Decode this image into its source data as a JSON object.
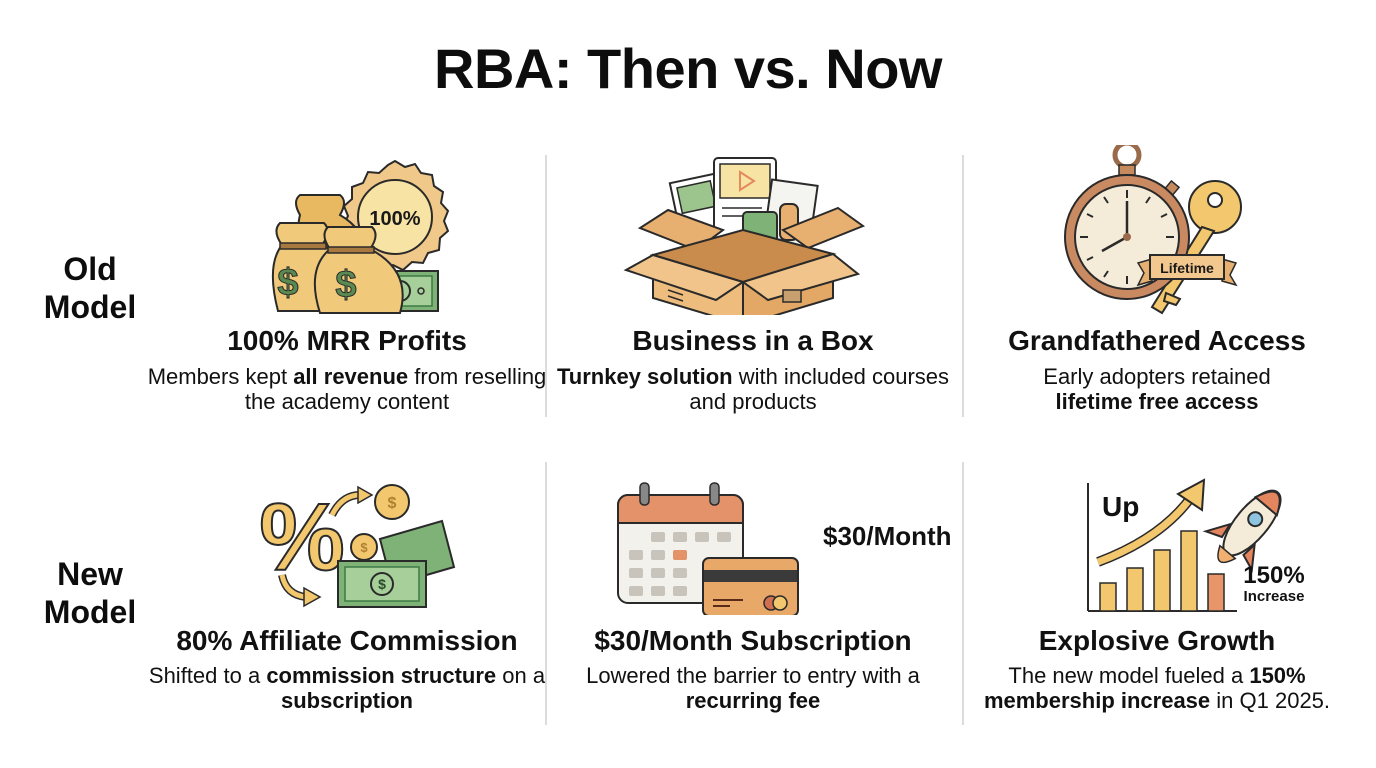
{
  "title": "RBA: Then vs. Now",
  "rows": [
    {
      "label_line1": "Old",
      "label_line2": "Model",
      "cells": [
        {
          "icon": "money-bags-icon",
          "icon_badge": "100%",
          "title": "100% MRR Profits",
          "desc": [
            {
              "t": "Members kept ",
              "b": false
            },
            {
              "t": "all revenue",
              "b": true
            },
            {
              "t": " from reselling the academy content",
              "b": false
            }
          ]
        },
        {
          "icon": "open-box-icon",
          "title": "Business in a Box",
          "desc": [
            {
              "t": "Turnkey solution",
              "b": true
            },
            {
              "t": " with included courses and products",
              "b": false
            }
          ]
        },
        {
          "icon": "stopwatch-key-icon",
          "icon_badge": "Lifetime",
          "title": "Grandfathered Access",
          "desc": [
            {
              "t": "Early adopters retained ",
              "b": false
            },
            {
              "t": "lifetime free access",
              "b": true
            }
          ]
        }
      ]
    },
    {
      "label_line1": "New",
      "label_line2": "Model",
      "cells": [
        {
          "icon": "percent-commission-icon",
          "title": "80% Affiliate Commission",
          "desc": [
            {
              "t": "Shifted to a ",
              "b": false
            },
            {
              "t": "commission structure",
              "b": true
            },
            {
              "t": " on a ",
              "b": false
            },
            {
              "t": "subscription",
              "b": true
            }
          ]
        },
        {
          "icon": "calendar-card-icon",
          "icon_badge": "$30/Month",
          "title": "$30/Month Subscription",
          "desc": [
            {
              "t": "Lowered the barrier to entry with a ",
              "b": false
            },
            {
              "t": "recurring fee",
              "b": true
            }
          ]
        },
        {
          "icon": "growth-rocket-icon",
          "icon_badge": "Up",
          "icon_badge2": "150%",
          "icon_badge3": "Increase",
          "title": "Explosive Growth",
          "desc": [
            {
              "t": "The new model fueled a ",
              "b": false
            },
            {
              "t": "150% membership increase",
              "b": true
            },
            {
              "t": " in Q1 2025.",
              "b": false
            }
          ]
        }
      ]
    }
  ],
  "colors": {
    "gold": "#f2c76e",
    "gold_light": "#f7dc95",
    "green": "#7fb276",
    "green_dark": "#3f7a45",
    "orange": "#e38a5f",
    "brown": "#b9764e",
    "outline": "#2a2a2a",
    "divider": "#dcdcdc"
  }
}
